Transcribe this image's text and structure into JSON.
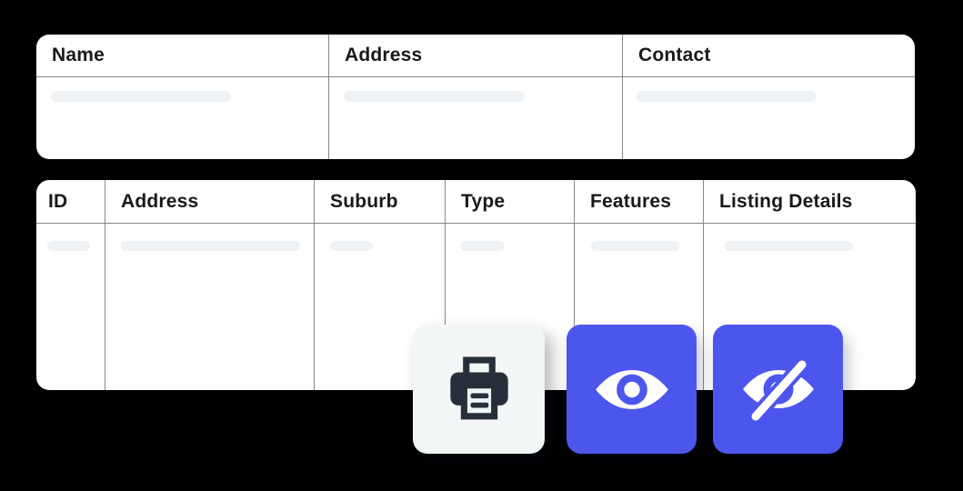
{
  "colors": {
    "background": "#000000",
    "surface": "#ffffff",
    "grid-line": "#84878d",
    "text": "#17191c",
    "placeholder": "#eef2f5",
    "accent": "#4c56ec",
    "icon-dark": "#272f3a",
    "print-bg": "#f3f6f7"
  },
  "contacts_table": {
    "columns": [
      "Name",
      "Address",
      "Contact"
    ],
    "rows": "placeholder"
  },
  "listings_table": {
    "columns": [
      "ID",
      "Address",
      "Suburb",
      "Type",
      "Features",
      "Listing Details"
    ],
    "rows": "placeholder"
  },
  "actions": {
    "print": {
      "icon": "printer-icon"
    },
    "show": {
      "icon": "eye-icon"
    },
    "hide": {
      "icon": "eye-off-icon"
    }
  }
}
